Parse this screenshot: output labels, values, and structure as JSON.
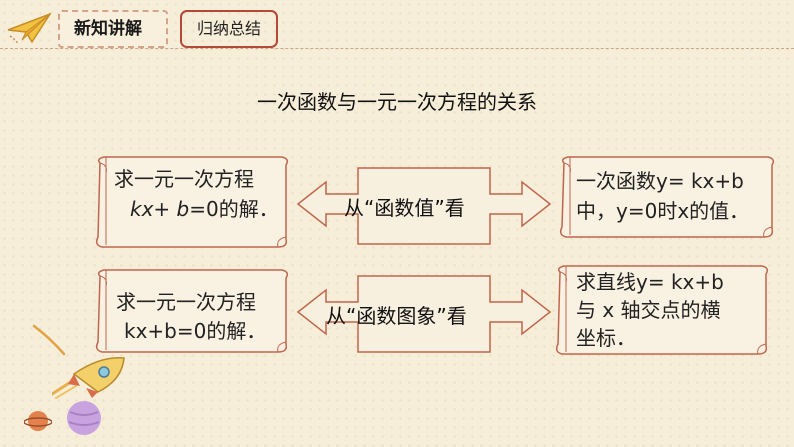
{
  "header": {
    "current_section": "新知讲解",
    "tab_label": "归纳总结"
  },
  "title": "一次函数与一元一次方程的关系",
  "row1": {
    "left_line1": "求一元一次方程",
    "left_line2_var1": "kx",
    "left_line2_plus": "+ ",
    "left_line2_var2": "b",
    "left_line2_rest": "=0的解．",
    "arrow_label": "从“函数值”看",
    "right_line1": "一次函数y= kx+b",
    "right_line2": "中，y=0时x的值．"
  },
  "row2": {
    "left_line1": "求一元一次方程",
    "left_line2": "kx+b=0的解．",
    "arrow_label": "从“函数图象”看",
    "right_line1": "求直线y= kx+b",
    "right_line2": "与 x 轴交点的横",
    "right_line3": "坐标．"
  },
  "colors": {
    "scroll_stroke": "#c0664e",
    "arrow_stroke": "#c0664e",
    "scroll_fill": "#f9f1e2"
  }
}
